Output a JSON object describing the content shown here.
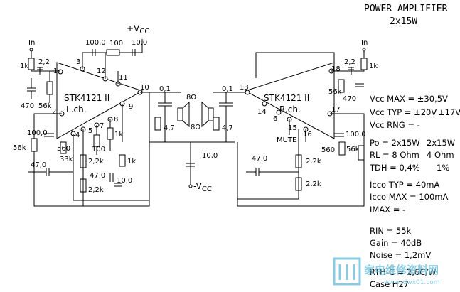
{
  "title": {
    "line1": "POWER AMPLIFIER",
    "line2": "2x15W"
  },
  "ic": {
    "name_left": "STK4121 II",
    "channel_left": "L.ch.",
    "name_right": "STK4121 II",
    "channel_right": "R.ch."
  },
  "supply": {
    "pos": "+V",
    "pos_sub": "CC",
    "neg": "-V",
    "neg_sub": "CC"
  },
  "inputs": {
    "left": "In",
    "right": "In"
  },
  "pins": {
    "p1": "1",
    "p2": "2",
    "p3": "3",
    "p4": "4",
    "p5": "5",
    "p6": "6",
    "p7": "7",
    "p8": "8",
    "p9": "9",
    "p10": "10",
    "p11": "11",
    "p12": "12",
    "p13": "13",
    "p14": "14",
    "p15": "15",
    "p16": "16",
    "p17": "17",
    "p18": "18"
  },
  "mute": "MUTE",
  "components": {
    "c_top1": "100,0",
    "r_top": "100",
    "c_top2": "10,0",
    "r_in_l": "1k",
    "c_in_l": "2,2",
    "c_470_l": "470",
    "r_56k_l": "56k",
    "c_100_l": "100,0",
    "r_56k_l2": "56k",
    "r_560_l": "560",
    "r_33k": "33k",
    "c_47_l": "47,0",
    "r_2k2_a": "2,2k",
    "r_2k2_b": "2,2k",
    "r_100_l": "100",
    "r_1k_l": "1k",
    "r_1k_l2": "1k",
    "c_47_l2": "47,0",
    "c_10_l": "10,0",
    "c_01_l": "0,1",
    "r_47_l": "4,7",
    "spk_l": "8Ω",
    "c_01_r": "0,1",
    "r_47_r": "4,7",
    "spk_r": "8Ω",
    "c_10_mid": "10,0",
    "r_in_r": "1k",
    "c_in_r": "2,2",
    "r_56k_r": "56k",
    "c_470_r": "470",
    "c_100_r": "100,0",
    "r_56k_r2": "56k",
    "r_560_r": "560",
    "c_47_r": "47,0",
    "r_2k2_c": "2,2k",
    "r_2k2_d": "2,2k"
  },
  "specs": [
    {
      "label": "Vcc MAX = ±30,5V",
      "alt": ""
    },
    {
      "label": "Vcc TYP = ±20V",
      "alt": "±17V"
    },
    {
      "label": "Vcc RNG = -",
      "alt": ""
    },
    {
      "label": "Po = 2x15W",
      "alt": "2x15W"
    },
    {
      "label": "RL = 8 Ohm",
      "alt": "4 Ohm"
    },
    {
      "label": "TDH = 0,4%",
      "alt": "1%"
    },
    {
      "label": "Icco TYP = 40mA",
      "alt": ""
    },
    {
      "label": "Icco MAX = 100mA",
      "alt": ""
    },
    {
      "label": "IMAX = -",
      "alt": ""
    },
    {
      "label": "RIN = 55k",
      "alt": ""
    },
    {
      "label": "Gain = 40dB",
      "alt": ""
    },
    {
      "label": "Noise = 1,2mV",
      "alt": ""
    },
    {
      "label": "RTH-C = 2,6C/W",
      "alt": ""
    },
    {
      "label": "Case H27",
      "alt": ""
    }
  ],
  "watermark": {
    "text": "家电维修资料网",
    "url": "www.jdwx01.com"
  }
}
